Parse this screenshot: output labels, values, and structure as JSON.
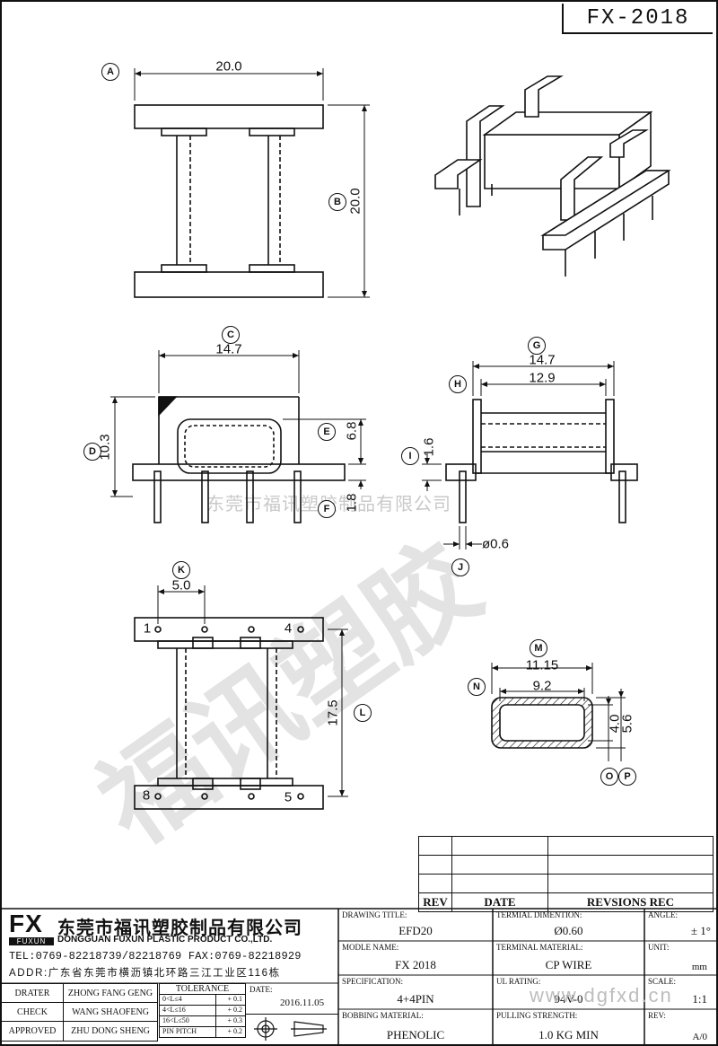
{
  "part_number": "FX-2018",
  "dimensions": {
    "A": "20.0",
    "B": "20.0",
    "C": "14.7",
    "D": "10.3",
    "E": "6.8",
    "F": "1.8",
    "G": "14.7",
    "H": "12.9",
    "I": "1.6",
    "J": "ø0.6",
    "K": "5.0",
    "L": "17.5",
    "M": "11.15",
    "N": "9.2",
    "O": "4.0",
    "P": "5.6"
  },
  "callouts": [
    "A",
    "B",
    "C",
    "D",
    "E",
    "F",
    "G",
    "H",
    "I",
    "J",
    "K",
    "L",
    "M",
    "N",
    "O",
    "P"
  ],
  "pin_numbers": {
    "p1": "1",
    "p4": "4",
    "p8": "8",
    "p5": "5"
  },
  "watermark": {
    "company_cn": "东莞市福讯塑胶制品有限公司",
    "big": "福讯塑胶",
    "url": "www.dgfxd.cn"
  },
  "revision_table": {
    "headers": [
      "REV",
      "DATE",
      "REVSIONS REC"
    ]
  },
  "company": {
    "logo": "FX",
    "logo_sub": "FUXUN",
    "name_cn": "东莞市福讯塑胶制品有限公司",
    "name_en": "DONGGUAN FUXUN PLASTIC PRODUCT CO.,LTD.",
    "tel": "TEL:0769-82218739/82218769 FAX:0769-82218929",
    "addr": "ADDR:广东省东莞市横沥镇北环路三江工业区116栋"
  },
  "signoff": [
    {
      "role": "DRATER",
      "name": "ZHONG FANG GENG"
    },
    {
      "role": "CHECK",
      "name": "WANG SHAOFENG"
    },
    {
      "role": "APPROVED",
      "name": "ZHU DONG SHENG"
    }
  ],
  "tolerance": {
    "title": "TOLERANCE",
    "rows": [
      {
        "range": "0<L≤4",
        "value": "+ 0.1"
      },
      {
        "range": "4<L≤16",
        "value": "+ 0.2"
      },
      {
        "range": "16<L≤50",
        "value": "+ 0.3"
      },
      {
        "range": "PIN PITCH",
        "value": "+ 0.2"
      }
    ]
  },
  "date": {
    "label": "DATE:",
    "value": "2016.11.05"
  },
  "fields": {
    "drawing_title": {
      "label": "DRAWING TITLE:",
      "value": "EFD20"
    },
    "model_name": {
      "label": "MODLE NAME:",
      "value": "FX 2018"
    },
    "specification": {
      "label": "SPECIFICATION:",
      "value": "4+4PIN"
    },
    "bobbin_material": {
      "label": "BOBBING MATERIAL:",
      "value": "PHENOLIC"
    },
    "terminal_dimention": {
      "label": "TERMIAL DIMENTION:",
      "value": "Ø0.60"
    },
    "terminal_material": {
      "label": "TERMINAL MATERIAL:",
      "value": "CP WIRE"
    },
    "ul_rating": {
      "label": "UL RATING:",
      "value": "94V-0"
    },
    "pulling_strength": {
      "label": "PULLING STRENGTH:",
      "value": "1.0 KG MIN"
    },
    "angle": {
      "label": "ANGLE:",
      "value": "± 1°"
    },
    "unit": {
      "label": "UNIT:",
      "value": "mm"
    },
    "scale": {
      "label": "SCALE:",
      "value": "1:1"
    },
    "rev": {
      "label": "REV:",
      "value": "A/0"
    }
  }
}
